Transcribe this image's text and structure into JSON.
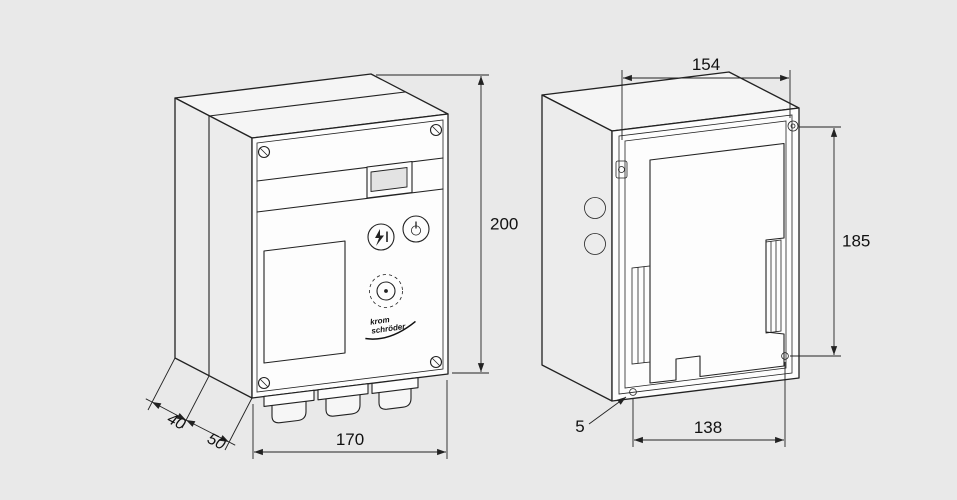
{
  "colors": {
    "background": "#e9e9e9",
    "line": "#222222",
    "panel": "#fdfdfd"
  },
  "brand": {
    "line1": "krom",
    "line2": "schröder"
  },
  "icons": {
    "power_button": "power-icon",
    "fault_button": "lightning-icon",
    "reset_button": "reset-target-icon",
    "corner_screw": "screw-slot-icon"
  },
  "views": {
    "front": {
      "dim_height_mm": "200",
      "dim_width_mm": "170",
      "dim_depth_rear_mm": "40",
      "dim_depth_front_mm": "50"
    },
    "rear": {
      "dim_opening_width_mm": "154",
      "dim_mount_height_mm": "185",
      "dim_mount_width_mm": "138",
      "dim_hole_dia_mm": "5"
    }
  }
}
